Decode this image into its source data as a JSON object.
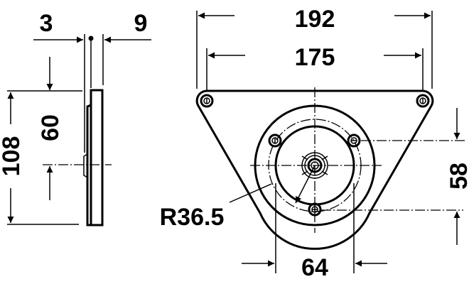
{
  "drawing": {
    "side_view": {
      "dim_thickness_front": "3",
      "dim_thickness_total": "9",
      "dim_center_height": "60",
      "dim_total_height": "108"
    },
    "plan_view": {
      "dim_outer_width": "192",
      "dim_hole_spacing": "175",
      "dim_vertical_holes": "58",
      "dim_horizontal_holes": "64",
      "dim_radius": "R36.5"
    }
  }
}
